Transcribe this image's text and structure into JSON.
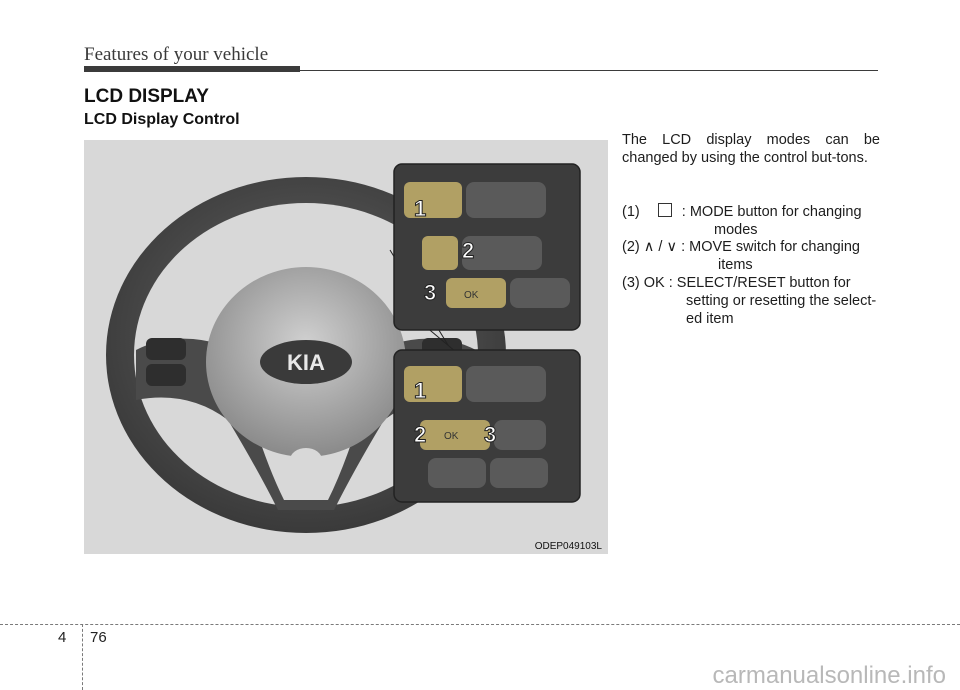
{
  "header": {
    "title": "Features of your vehicle"
  },
  "section": {
    "title": "LCD DISPLAY",
    "subtitle": "LCD Display Control"
  },
  "figure": {
    "code": "ODEP049103L",
    "callouts": {
      "one": "1",
      "two": "2",
      "three": "3"
    },
    "ok_label": "OK"
  },
  "body": {
    "intro": "The LCD display modes can be changed by using the control but-tons.",
    "items": [
      {
        "prefix": "(1)",
        "text": ": MODE button for changing",
        "cont": "modes"
      },
      {
        "prefix": "(2) ∧ / ∨",
        "text": ": MOVE switch for changing",
        "cont": "items"
      },
      {
        "prefix": "(3) OK",
        "text": ": SELECT/RESET button for",
        "cont": "setting or resetting the select-",
        "cont2": "ed item"
      }
    ]
  },
  "footer": {
    "chapter": "4",
    "page": "76",
    "watermark": "carmanualsonline.info"
  }
}
